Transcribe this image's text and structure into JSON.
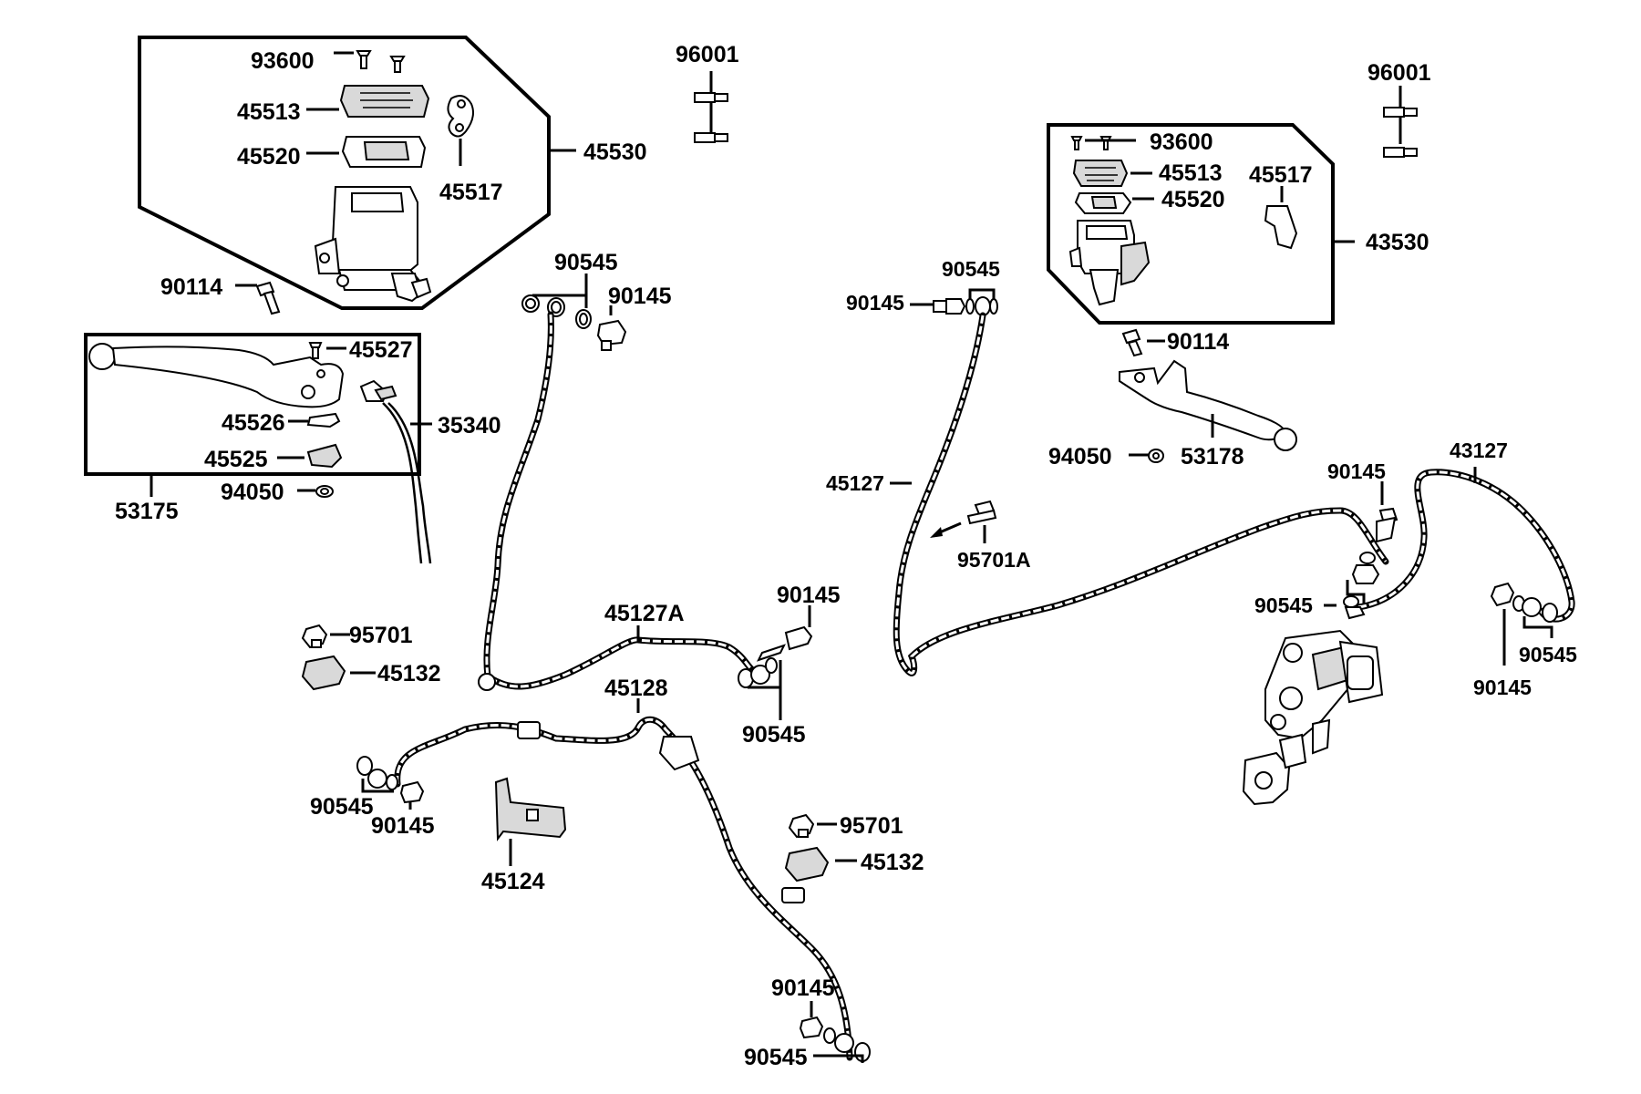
{
  "labels": {
    "l93600a": "93600",
    "l45513a": "45513",
    "l45520a": "45520",
    "l45517a": "45517",
    "l45530": "45530",
    "l96001a": "96001",
    "l90114a": "90114",
    "l45527": "45527",
    "l45526": "45526",
    "l45525": "45525",
    "l94050a": "94050",
    "l53175": "53175",
    "l35340": "35340",
    "l90545a": "90545",
    "l90145a": "90145",
    "l95701a": "95701",
    "l45132a": "45132",
    "l45127A": "45127A",
    "l90145b": "90145",
    "l90545b": "90545",
    "l45128": "45128",
    "l90545c": "90545",
    "l90145c": "90145",
    "l45124": "45124",
    "l95701b": "95701",
    "l45132b": "45132",
    "l90145d": "90145",
    "l90545d": "90545",
    "l96001b": "96001",
    "l93600b": "93600",
    "l45513b": "45513",
    "l45520b": "45520",
    "l45517b": "45517",
    "l43530": "43530",
    "l90545e": "90545",
    "l90145e": "90145",
    "l90114b": "90114",
    "l94050b": "94050",
    "l53178": "53178",
    "l45127": "45127",
    "l95701A": "95701A",
    "l90145f": "90145",
    "l43127": "43127",
    "l90545f": "90545",
    "l90545g": "90545",
    "l90145g": "90145"
  }
}
